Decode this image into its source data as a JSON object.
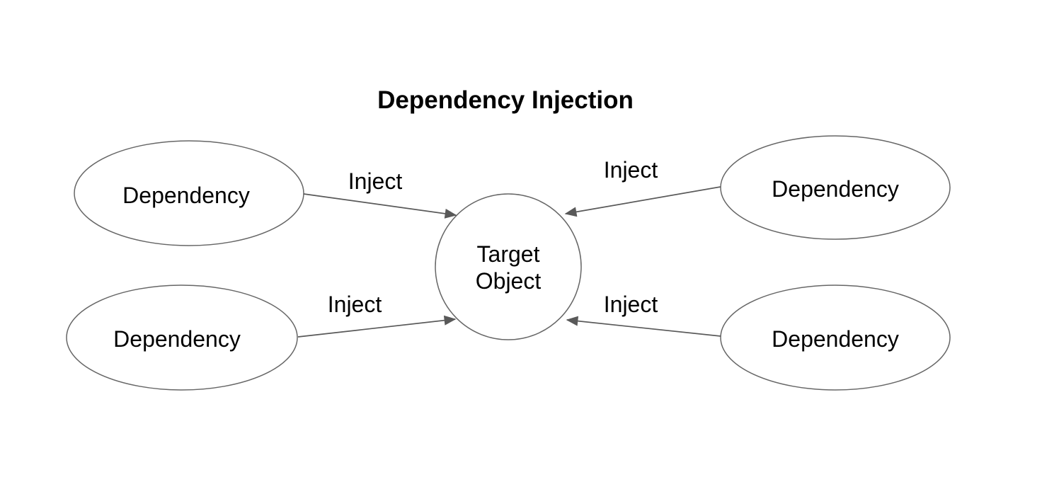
{
  "title": "Dependency Injection",
  "colors": {
    "background": "#ffffff",
    "shape_stroke": "#666666",
    "arrow": "#595959",
    "text": "#000000"
  },
  "center_node": {
    "label": "Target Object",
    "lines": [
      "Target",
      "Object"
    ]
  },
  "dependency_nodes": [
    {
      "id": "top-left",
      "label": "Dependency"
    },
    {
      "id": "top-right",
      "label": "Dependency"
    },
    {
      "id": "bottom-left",
      "label": "Dependency"
    },
    {
      "id": "bottom-right",
      "label": "Dependency"
    }
  ],
  "edges": [
    {
      "id": "top-left",
      "label": "Inject"
    },
    {
      "id": "top-right",
      "label": "Inject"
    },
    {
      "id": "bottom-left",
      "label": "Inject"
    },
    {
      "id": "bottom-right",
      "label": "Inject"
    }
  ]
}
